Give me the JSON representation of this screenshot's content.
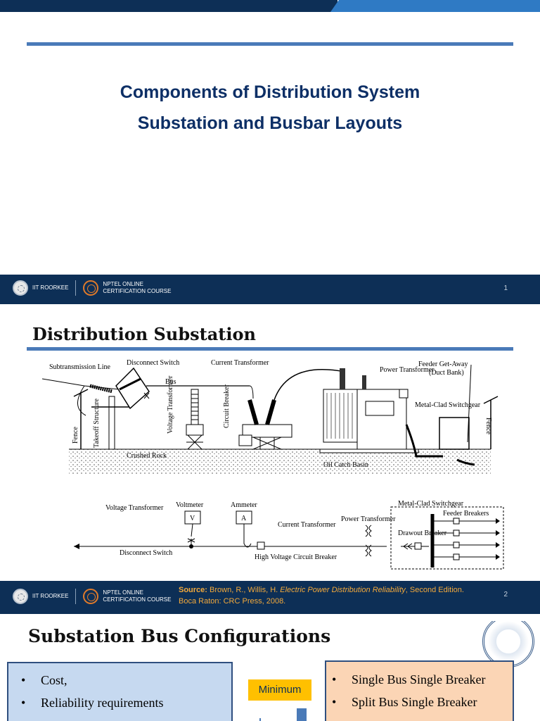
{
  "slide1": {
    "title_line1": "Components of Distribution System",
    "title_line2": "Substation and Busbar Layouts",
    "page_number": "1"
  },
  "footer": {
    "institute": "IIT ROORKEE",
    "course_line1": "NPTEL ONLINE",
    "course_line2": "CERTIFICATION COURSE"
  },
  "slide2": {
    "heading": "Distribution Substation",
    "page_number": "2",
    "source": {
      "label": "Source:",
      "authors": "Brown, R., Willis, H.",
      "book": "Electric Power Distribution Reliability",
      "edition": ", Second Edition.",
      "publisher": "Boca Raton: CRC Press, 2008."
    },
    "pictorial_labels": {
      "subtransmission_line": "Subtransmission Line",
      "disconnect_switch": "Disconnect Switch",
      "bus": "Bus",
      "current_transformer": "Current Transformer",
      "power_transformer": "Power Transformer",
      "feeder_getaway": "Feeder Get-Away",
      "duct_bank": "(Duct Bank)",
      "metal_clad_switchgear": "Metal-Clad Switchgear",
      "voltage_transformer": "Voltage Transformer",
      "circuit_breaker": "Circuit Breaker",
      "takeoff_structure": "Takeoff Structure",
      "fence_left": "Fence",
      "fence_right": "Fence",
      "crushed_rock": "Crushed Rock",
      "oil_catch_basin": "Oil Catch Basin"
    },
    "oneline_labels": {
      "voltage_transformer": "Voltage Transformer",
      "voltmeter": "Voltmeter",
      "voltmeter_symbol": "V",
      "ammeter": "Ammeter",
      "ammeter_symbol": "A",
      "current_transformer": "Current Transformer",
      "power_transformer": "Power Transformer",
      "metal_clad_switchgear": "Metal-Clad Switchgear",
      "feeder_breakers": "Feeder Breakers",
      "drawout_breaker": "Drawout Breaker",
      "disconnect_switch": "Disconnect Switch",
      "hv_circuit_breaker": "High Voltage Circuit Breaker"
    }
  },
  "slide3": {
    "heading": "Substation Bus Configurations",
    "left_bullets": [
      "Cost,",
      "Reliability requirements"
    ],
    "minimum_label": "Minimum",
    "right_bullets": [
      "Single Bus Single Breaker",
      "Split Bus Single Breaker"
    ]
  },
  "colors": {
    "navy": "#0d2f56",
    "accent_blue": "#2f7ac4",
    "title_blue": "#0d2f66",
    "rule_blue": "#4a7ab8",
    "source_orange": "#f3a93b",
    "left_box": "#c6d9f0",
    "right_box": "#fbd5b5",
    "minimum_yellow": "#ffc000"
  }
}
